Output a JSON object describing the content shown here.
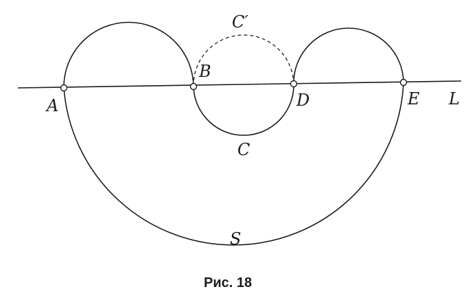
{
  "labels": {
    "A": "A",
    "B": "B",
    "C": "C",
    "C_prime": "C′",
    "D": "D",
    "E": "E",
    "L": "L",
    "S": "S"
  },
  "caption": "Рис. 18"
}
